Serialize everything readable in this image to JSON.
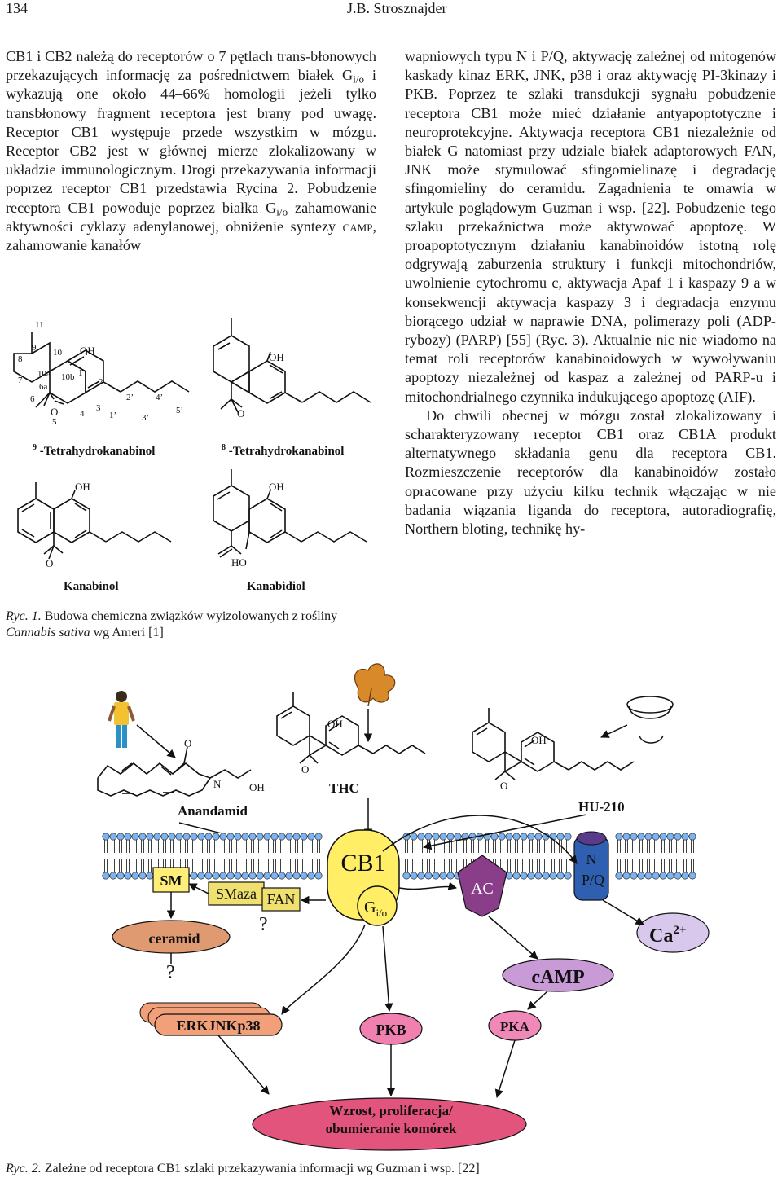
{
  "header": {
    "page_number": "134",
    "author": "J.B. Strosznajder"
  },
  "left_text": {
    "p1_a": "CB1 i CB2 należą do receptorów o 7 pętlach trans-błonowych przekazujących informację za pośrednictwem białek G",
    "sub_io": "i/o",
    "p1_b": " i wykazują one około 44–66% homologii jeżeli tylko transbłonowy fragment receptora jest brany pod uwagę. Receptor CB1 występuje przede wszystkim w mózgu. Receptor CB2 jest w głównej mierze zlokalizowany w układzie immunologicznym. Drogi przekazywania informacji poprzez receptor CB1 przedstawia Rycina 2. Pobudzenie receptora CB1 powoduje poprzez białka G",
    "p1_c": " zahamowanie aktywności cyklazy adenylanowej, obniżenie syntezy ",
    "camp": "camp",
    "p1_d": ", zahamowanie kanałów"
  },
  "right_text": {
    "p1": "wapniowych typu N i P/Q, aktywację zależnej od mitogenów kaskady kinaz ERK, JNK, p38 i oraz aktywację PI-3kinazy i PKB. Poprzez te szlaki transdukcji sygnału pobudzenie receptora CB1 może mieć działanie antyapoptotyczne i neuroprotekcyjne. Aktywacja receptora CB1 niezależnie od białek G natomiast przy udziale białek adaptorowych FAN, JNK może stymulować sfingomielinazę i degradację sfingomieliny do ceramidu. Zagadnienia te omawia w artykule poglądowym Guzman i wsp. [22]. Pobudzenie tego szlaku przekaźnictwa może aktywować apoptozę. W proapoptotycznym działaniu kanabinoidów istotną rolę odgrywają zaburzenia struktury i funkcji mitochondriów, uwolnienie cytochromu c, aktywacja Apaf 1 i kaspazy 9 a w konsekwencji aktywacja kaspazy 3 i degradacja enzymu biorącego udział w naprawie DNA, polimerazy poli (ADP-rybozy) (PARP) [55] (Ryc. 3). Aktualnie nic nie wiadomo na temat roli receptorów kanabinoidowych w wywoływaniu apoptozy niezależnej od kaspaz a zależnej od PARP-u i mitochondrialnego czynnika indukującego apoptozę (AIF).",
    "p2": "Do chwili obecnej w mózgu został zlokalizowany i scharakteryzowany receptor CB1 oraz CB1A produkt alternatywnego składania genu dla receptora CB1. Rozmieszczenie receptorów dla kanabinoidów zostało opracowane przy użyciu kilku technik włączając w nie badania wiązania liganda do receptora, autoradiografię, Northern bloting, technikę hy-"
  },
  "figure1": {
    "atom_labels": {
      "n11": "11",
      "n9": "9",
      "n10": "10",
      "n8": "8",
      "n10a": "10a",
      "n10b": "10b",
      "n7": "7",
      "n6a": "6a",
      "n6": "6",
      "n5": "5",
      "n4": "4",
      "n3": "3",
      "n2": "2",
      "n1": "1",
      "n1p": "1’",
      "n2p": "2’",
      "n3p": "3’",
      "n4p": "4’",
      "n5p": "5’",
      "o": "O",
      "oh": "OH",
      "ho": "HO"
    },
    "names": {
      "thc9_num": "9",
      "thc9": " -Tetrahydrokanabinol",
      "thc8_num": "8",
      "thc8": " -Tetrahydrokanabinol",
      "kanabinol": "Kanabinol",
      "kanabidiol": "Kanabidiol"
    },
    "caption": {
      "ryc": "Ryc. 1.",
      "text": " Budowa chemiczna związków wyizolowanych z rośliny ",
      "species": "Cannabis sativa",
      "tail": " wg Ameri [1]"
    }
  },
  "figure2": {
    "labels": {
      "anandamid": "Anandamid",
      "thc": "THC",
      "hu210": "HU-210",
      "cb1": "CB1",
      "g": "G",
      "g_sub": "i/o",
      "ac": "AC",
      "np_n": "N",
      "np_pq": "P/Q",
      "ca": "Ca",
      "ca_sup": "2+",
      "sm": "SM",
      "smaza": "SMaza",
      "fan": "FAN",
      "q1": "?",
      "q2": "?",
      "ceramid": "ceramid",
      "erk": "ERKJNKp38",
      "pkb": "PKB",
      "pka": "PKA",
      "camp": "cAMP",
      "outcome1": "Wzrost, proliferacja/",
      "outcome2": "obumieranie komórek",
      "o": "O",
      "n": "N",
      "oh": "OH"
    },
    "colors": {
      "cb1": "#ffee66",
      "ac": "#8a3e8a",
      "channel": "#2f5fb0",
      "ca": "#d7c8ec",
      "camp": "#c89ad6",
      "sm": "#ffee77",
      "smaza": "#f0e070",
      "fan": "#f0e070",
      "ceramid": "#e09a72",
      "erk": "#f1a07a",
      "pkb": "#f080b0",
      "pka": "#f088b8",
      "outcome": "#e3547c",
      "membrane": "#7fb3f0"
    },
    "caption": {
      "ryc": "Ryc. 2.",
      "text": " Zależne od receptora CB1 szlaki przekazywania informacji wg Guzman i wsp. [22]"
    }
  }
}
